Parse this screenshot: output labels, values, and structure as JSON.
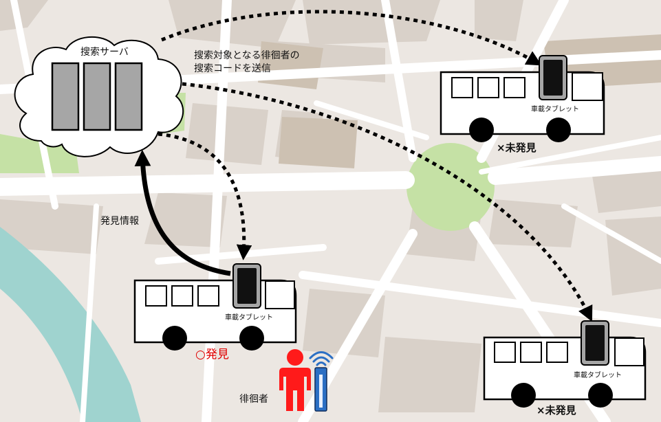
{
  "server": {
    "label": "搜索サーバ"
  },
  "message": {
    "line1": "搜索対象となる徘徊者の",
    "line2": "搜索コードを送信"
  },
  "report": {
    "label": "発見情報"
  },
  "buses": [
    {
      "tablet_label": "車載タブレット",
      "status": "○発見"
    },
    {
      "tablet_label": "車載タブレット",
      "status": "×未発見"
    },
    {
      "tablet_label": "車載タブレット",
      "status": "×未発見"
    }
  ],
  "wanderer": {
    "label": "徘徊者"
  },
  "colors": {
    "map_bg": "#ece7e2",
    "road": "#ffffff",
    "block": "#d8d0c8",
    "block_dark": "#cbbfb1",
    "park": "#c5e1a5",
    "river": "#9fd3cf",
    "found": "#e00000",
    "person": "#ff1a1a",
    "beacon": "#2b6fc4"
  }
}
